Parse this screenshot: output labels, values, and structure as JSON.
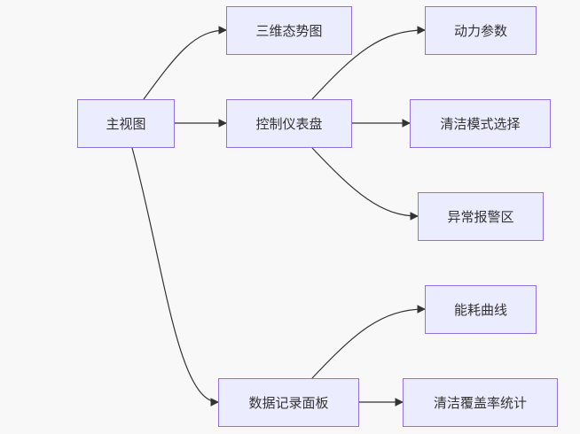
{
  "diagram": {
    "nodes": {
      "main": "主视图",
      "view3d": "三维态势图",
      "control": "控制仪表盘",
      "power": "动力参数",
      "mode": "清洁模式选择",
      "alarm": "异常报警区",
      "energy": "能耗曲线",
      "data": "数据记录面板",
      "coverage": "清洁覆盖率统计"
    },
    "edges": [
      {
        "from": "main",
        "to": "view3d"
      },
      {
        "from": "main",
        "to": "control"
      },
      {
        "from": "main",
        "to": "data"
      },
      {
        "from": "control",
        "to": "power"
      },
      {
        "from": "control",
        "to": "mode"
      },
      {
        "from": "control",
        "to": "alarm"
      },
      {
        "from": "data",
        "to": "energy"
      },
      {
        "from": "data",
        "to": "coverage"
      }
    ],
    "colors": {
      "node_fill": "#ececff",
      "node_border": "#9370db",
      "edge": "#333333",
      "text": "#333333",
      "background": "#f8f8f8"
    }
  }
}
